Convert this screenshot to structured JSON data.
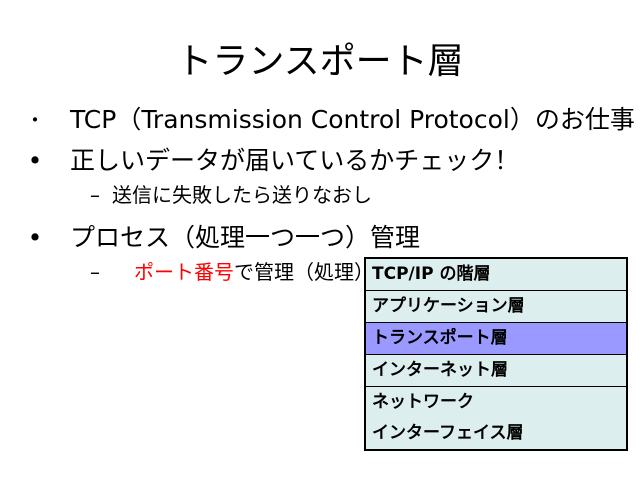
{
  "slide": {
    "title": "トランスポート層",
    "bullets": [
      {
        "mark": "・",
        "text": "TCP（Transmission Control Protocol）のお仕事"
      },
      {
        "mark": "•",
        "text": "正しいデータが届いているかチェック！"
      },
      {
        "mark": "•",
        "text": "プロセス（処理一つ一つ）管理"
      }
    ],
    "subs": [
      {
        "dash": "–",
        "text": "送信に失敗したら送りなおし"
      },
      {
        "dash": "–",
        "highlight": "ポート番号",
        "text": "で管理（処理）"
      }
    ],
    "highlight_color": "#ff0000"
  },
  "layers_table": {
    "header": "TCP/IP の階層",
    "rows": [
      "アプリケーション層",
      "トランスポート層",
      "インターネット層",
      "ネットワーク",
      "インターフェイス層"
    ],
    "highlight_row": "トランスポート層",
    "highlight_color": "#9999ff",
    "row_color": "#ddeeee"
  }
}
